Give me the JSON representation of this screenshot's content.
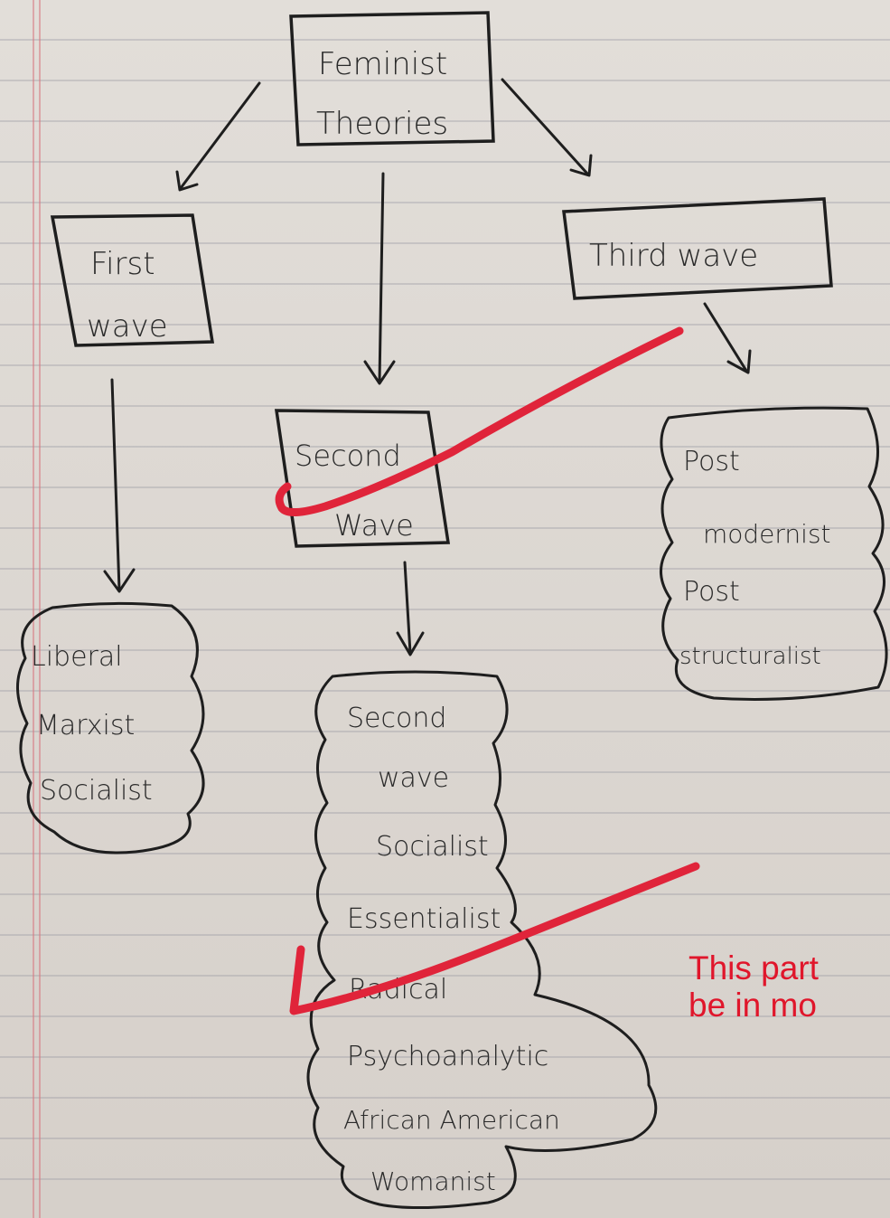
{
  "root": {
    "line1": "Feminist",
    "line2": "Theories"
  },
  "first_wave": {
    "line1": "First",
    "line2": "wave",
    "items": [
      "Liberal",
      "Marxist",
      "Socialist"
    ]
  },
  "second_wave": {
    "line1": "Second",
    "line2": "Wave",
    "items": [
      "Second",
      "wave",
      "Socialist",
      "Essentialist",
      "Radical",
      "Psychoanalytic",
      "African American",
      "Womanist"
    ]
  },
  "third_wave": {
    "label": "Third wave",
    "items": [
      "Post",
      "modernist",
      "Post",
      "structuralist"
    ]
  },
  "annotation": {
    "line1": "This part",
    "line2": "be in mo"
  },
  "colors": {
    "ink": "#1e1e1e",
    "annotation_red": "#e0243a",
    "paper": "#dedad5"
  }
}
